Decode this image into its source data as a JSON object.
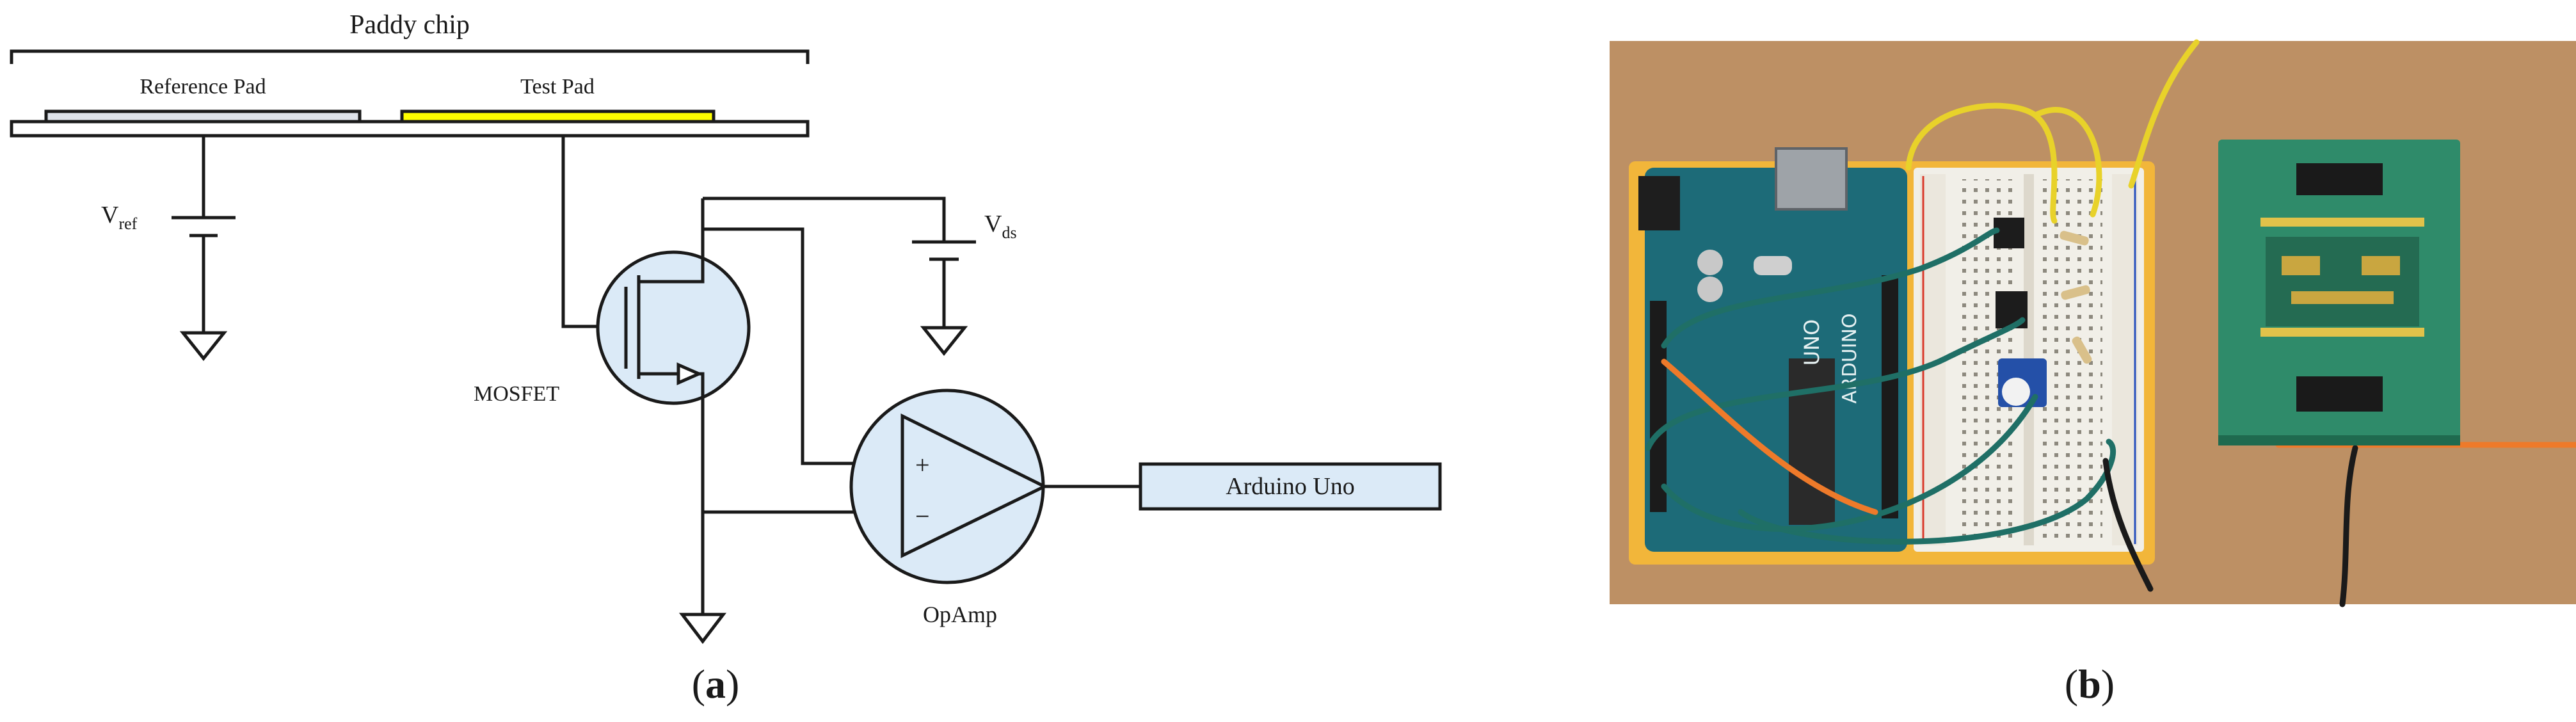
{
  "panel_a": {
    "chip_label": "Paddy chip",
    "reference_pad_label": "Reference Pad",
    "test_pad_label": "Test Pad",
    "vref_main": "V",
    "vref_sub": "ref",
    "vds_main": "V",
    "vds_sub": "ds",
    "mosfet_label": "MOSFET",
    "opamp_label": "OpAmp",
    "opamp_plus": "+",
    "opamp_minus": "−",
    "arduino_label": "Arduino Uno",
    "caption_open": "(",
    "caption_letter": "a",
    "caption_close": ")"
  },
  "panel_b": {
    "caption_open": "(",
    "caption_letter": "b",
    "caption_close": ")",
    "board_marking": "UNO",
    "board_marking_2": "ARDUINO"
  },
  "colors": {
    "reference_pad": "#dfe3ea",
    "test_pad": "#ffff00",
    "component_fill": "#dbeaf7",
    "arduino_box": "#dbeaf7",
    "table": "#c99a6b",
    "breadboard_base": "#f2b63a",
    "arduino_board": "#1d6b78",
    "chip_board": "#2f8b6a",
    "wire_teal": "#1f6f66",
    "wire_yellow": "#e8d22a",
    "wire_orange": "#ee7a2a"
  }
}
